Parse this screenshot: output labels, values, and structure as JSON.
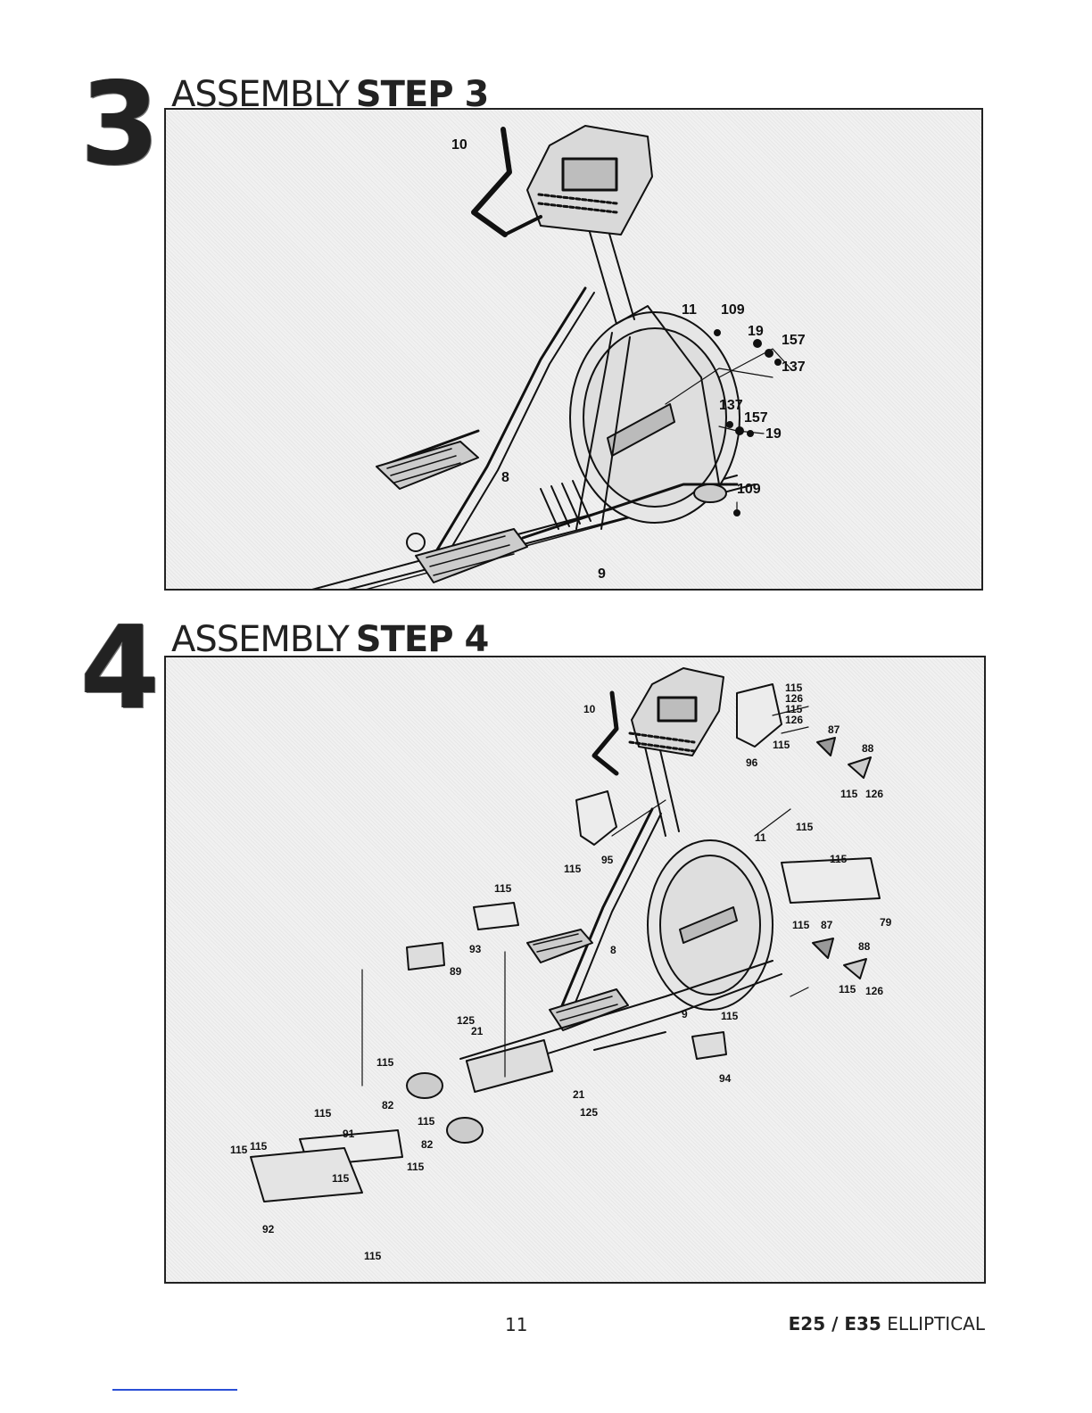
{
  "steps": [
    {
      "number": "3",
      "title_light": "ASSEMBLY",
      "title_bold": "STEP 3",
      "callouts": [
        "10",
        "11",
        "109",
        "19",
        "157",
        "137",
        "137",
        "157",
        "19",
        "8",
        "109",
        "9"
      ]
    },
    {
      "number": "4",
      "title_light": "ASSEMBLY",
      "title_bold": "STEP 4",
      "callouts": [
        "115",
        "126",
        "115",
        "126",
        "10",
        "87",
        "115",
        "88",
        "96",
        "115",
        "126",
        "11",
        "115",
        "115",
        "95",
        "115",
        "115",
        "79",
        "93",
        "115",
        "87",
        "8",
        "88",
        "89",
        "115",
        "126",
        "9",
        "115",
        "125",
        "21",
        "115",
        "94",
        "82",
        "21",
        "125",
        "115",
        "115",
        "91",
        "82",
        "115",
        "115",
        "115",
        "115",
        "92",
        "115"
      ]
    }
  ],
  "footer": {
    "page_number": "11",
    "model_bold": "E25 / E35",
    "model_light": " ELLIPTICAL"
  }
}
